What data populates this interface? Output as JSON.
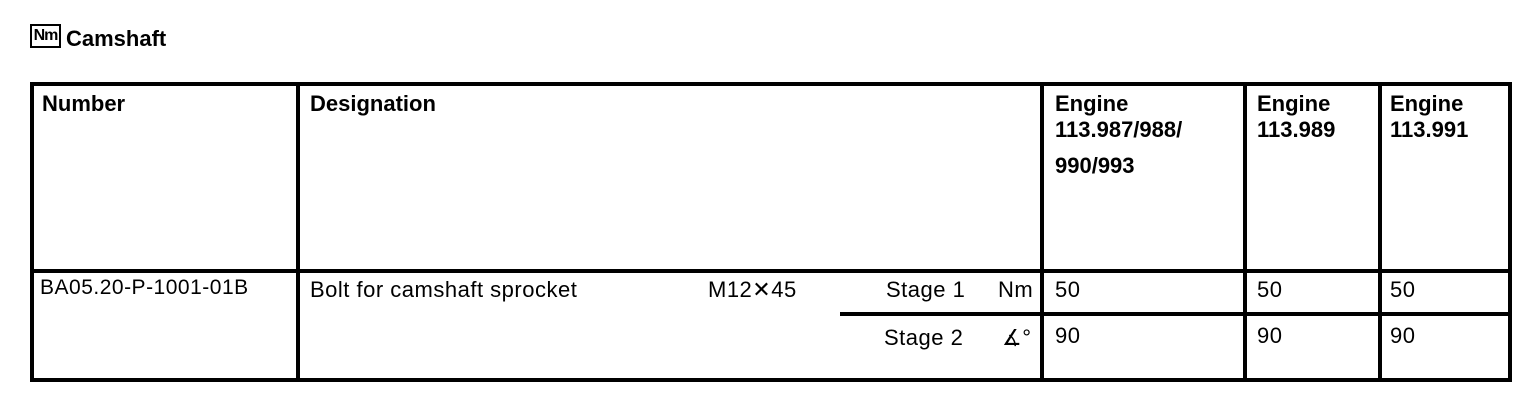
{
  "title": {
    "icon_label": "Nm",
    "text": "Camshaft"
  },
  "colors": {
    "background": "#ffffff",
    "text": "#000000",
    "border": "#000000"
  },
  "table": {
    "headers": {
      "number": "Number",
      "designation": "Designation",
      "engines": [
        {
          "line1": "Engine",
          "line2": "113.987/988/",
          "line3": "990/993"
        },
        {
          "line1": "Engine",
          "line2": "113.989",
          "line3": ""
        },
        {
          "line1": "Engine",
          "line2": "113.991",
          "line3": ""
        }
      ]
    },
    "row": {
      "number": "BA05.20-P-1001-01B",
      "designation": "Bolt for camshaft sprocket",
      "size": "M12✕45",
      "stages": [
        {
          "label": "Stage 1",
          "unit": "Nm",
          "values": [
            "50",
            "50",
            "50"
          ]
        },
        {
          "label": "Stage 2",
          "unit": "∡°",
          "values": [
            "90",
            "90",
            "90"
          ]
        }
      ]
    }
  }
}
